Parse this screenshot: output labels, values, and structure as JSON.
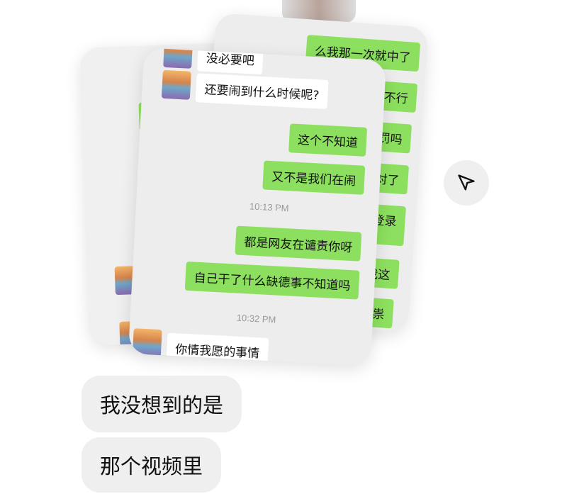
{
  "cards": {
    "back": {
      "messages": [
        "么我那一次就中了",
        "都不行",
        "惩罚吗",
        "对了",
        "机登录",
        "在我这",
        "心作祟"
      ]
    },
    "front": {
      "messages": [
        {
          "side": "left",
          "text": "没必要吧"
        },
        {
          "side": "left",
          "text": "还要闹到什么时候呢?"
        },
        {
          "side": "right",
          "text": "这个不知道"
        },
        {
          "side": "right",
          "text": "又不是我们在闹"
        },
        {
          "side": "right",
          "text": "都是网友在谴责你呀"
        },
        {
          "side": "right",
          "text": "自己干了什么缺德事不知道吗"
        },
        {
          "side": "left",
          "text": "你情我愿的事情"
        }
      ],
      "timestamps": [
        "10:13 PM",
        "10:32 PM"
      ]
    }
  },
  "send_button": {
    "icon": "paper-plane-icon"
  },
  "messages": [
    "我没想到的是",
    "那个视频里"
  ]
}
